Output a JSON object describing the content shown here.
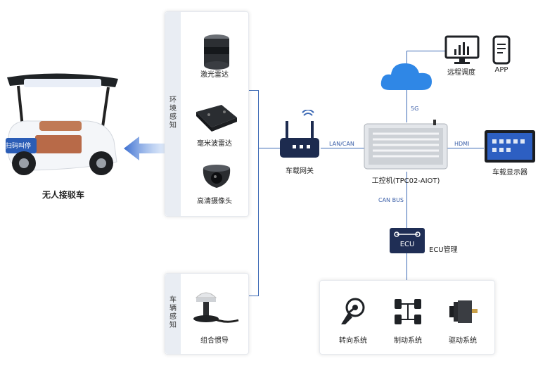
{
  "vehicle": {
    "label": "无人接驳车",
    "screen_text": "扫码叫停"
  },
  "perception_env": {
    "title": "环境感知",
    "items": [
      {
        "label": "激光雷达",
        "icon": "lidar-icon"
      },
      {
        "label": "毫米波雷达",
        "icon": "mmwave-radar-icon"
      },
      {
        "label": "高清摄像头",
        "icon": "hd-camera-icon"
      }
    ]
  },
  "perception_vehicle": {
    "title": "车辆感知",
    "items": [
      {
        "label": "组合惯导",
        "icon": "gnss-ins-icon"
      }
    ]
  },
  "gateway": {
    "label": "车载网关"
  },
  "controller": {
    "label": "工控机(TPC02-AIOT)"
  },
  "remote": {
    "remote_label": "远程调度",
    "app_label": "APP"
  },
  "display": {
    "label": "车载显示器"
  },
  "ecu": {
    "box_text": "ECU",
    "label": "ECU管理"
  },
  "links": {
    "lan": "LAN/CAN",
    "g5": "5G",
    "hdmi": "HDMI",
    "canbus": "CAN BUS"
  },
  "systems": [
    {
      "label": "转向系统",
      "icon": "steering-icon"
    },
    {
      "label": "制动系统",
      "icon": "brake-icon"
    },
    {
      "label": "驱动系统",
      "icon": "motor-icon"
    }
  ],
  "colors": {
    "accent": "#3d6ab5",
    "arrow": "#4f7fd1",
    "cloud": "#2f87e6"
  }
}
